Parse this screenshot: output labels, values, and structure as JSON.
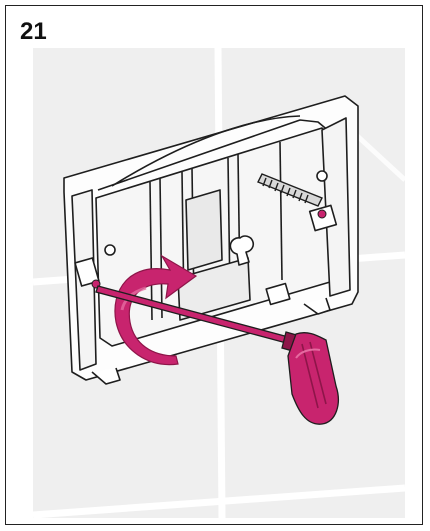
{
  "step": {
    "number": "21"
  },
  "illustration": {
    "icons": [
      "mounting-frame",
      "screwdriver",
      "rotate-arrow",
      "screw",
      "tile-wall"
    ],
    "colors": {
      "wall": "#f1f1f1",
      "grout": "#ffffff",
      "outline": "#1e1e1e",
      "frame_fill": "#fdfdfd",
      "accent": "#c8246e",
      "accent_dark": "#8e1549"
    }
  }
}
